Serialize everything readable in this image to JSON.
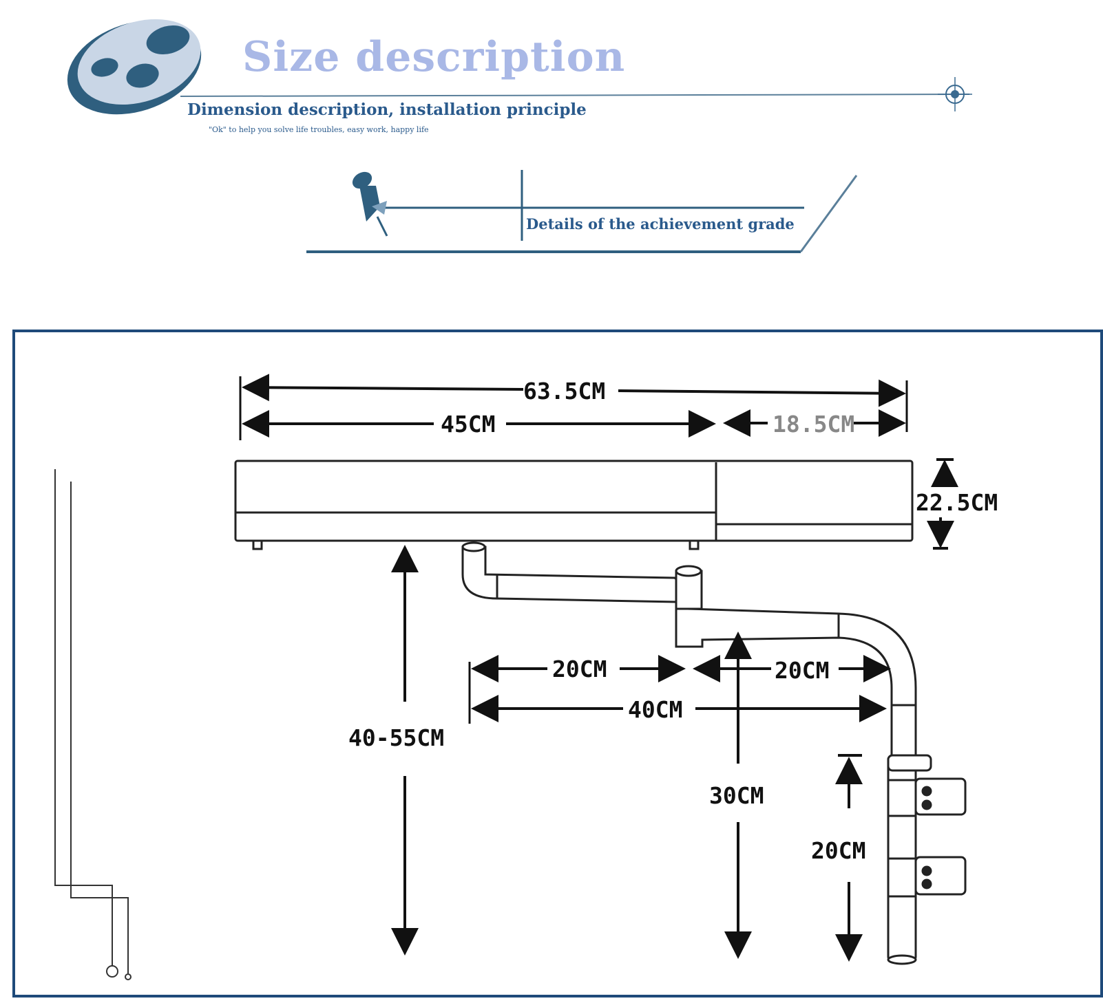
{
  "header": {
    "title": "Size description",
    "subtitle": "Dimension description, installation principle",
    "tagline": "\"Ok\" to help you solve life troubles, easy work, happy life",
    "accent_color": "#2f5f7f",
    "title_color": "#a9b8e6"
  },
  "section": {
    "label": "Details of the achievement grade",
    "icon": "pushpin-icon"
  },
  "diagram": {
    "dimensions": {
      "total_length": "63.5CM",
      "main_length": "45CM",
      "extension_length": "18.5CM",
      "depth": "22.5CM",
      "height": "40-55CM",
      "arm_segment_1": "20CM",
      "arm_segment_2": "20CM",
      "arm_reach": "40CM",
      "pole_height": "30CM",
      "clamp_spacing": "20CM"
    },
    "frame_color": "#1e4a7a"
  }
}
